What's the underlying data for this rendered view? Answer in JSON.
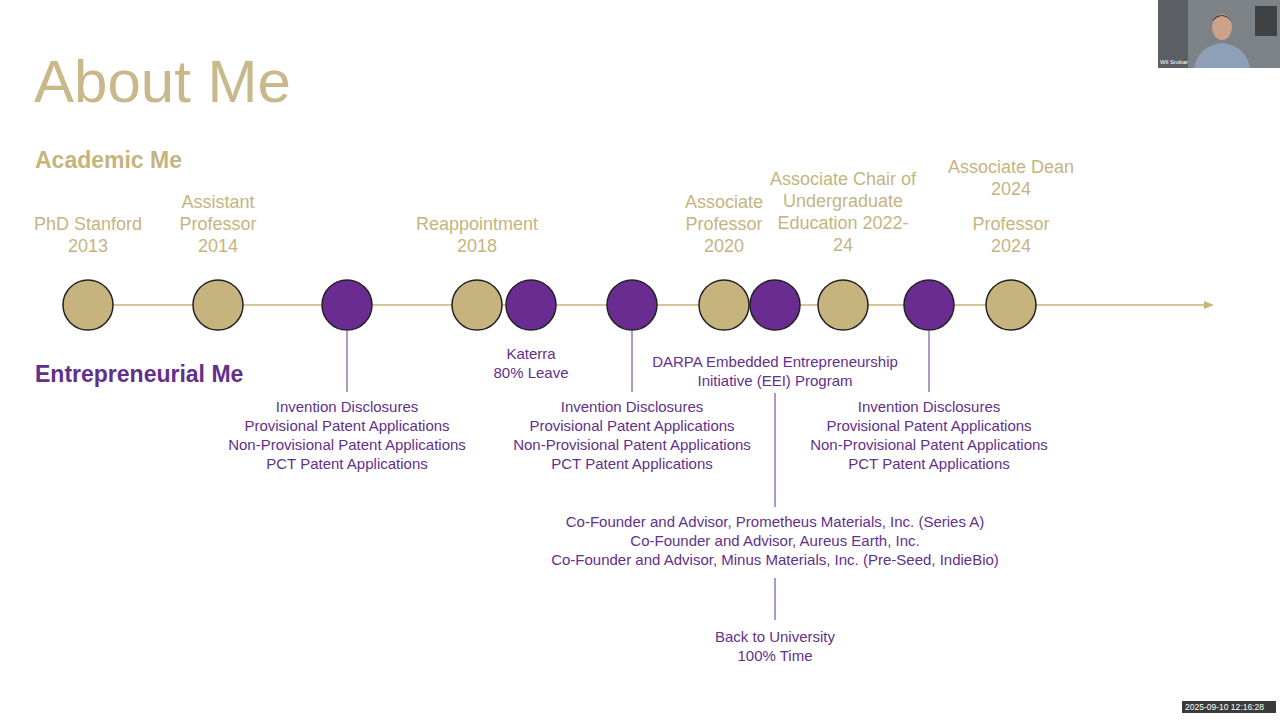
{
  "diagram": {
    "title": "About Me",
    "nodes": [
      {
        "text": [
          "PhD Stanford 2013"
        ]
      },
      {
        "text": [
          "Assistant Professor 2014"
        ]
      },
      {
        "text": [
          "Invention Disclosures",
          "Provisional Patent Applications",
          "Non-Provisional Patent Applications",
          "PCT Patent Applications"
        ]
      },
      {
        "text": [
          "Reappointment 2018"
        ]
      },
      {
        "text": [
          "Katerra 80% Leave"
        ]
      },
      {
        "text": [
          "Invention Disclosures",
          "Provisional Patent Applications",
          "Non-Provisional Patent Applications",
          "PCT Patent Applications"
        ]
      },
      {
        "text": [
          "Associate Professor 2020"
        ]
      },
      {
        "text": [
          "DARPA Embedded Entrepreneurship Initiative (EEI) Program",
          "Co-Founder and Advisor, Prometheus Materials, Inc. (Series A)",
          "Co-Founder and Advisor, Aureus Earth, Inc.",
          "Co-Founder and Advisor, Minus Materials, Inc. (Pre-Seed, IndieBio)",
          "Back to University 100% Time"
        ]
      },
      {
        "text": [
          "Associate Chair of Undergraduate Education 2022-24"
        ]
      },
      {
        "text": [
          "Invention Disclosures",
          "Provisional Patent Applications",
          "Non-Provisional Patent Applications",
          "PCT Patent Applications"
        ]
      },
      {
        "text": [
          "Associate Dean 2024",
          "Professor 2024"
        ]
      }
    ],
    "labels": [
      "Academic Me",
      "Entrepreneurial Me",
      "Wil Srubar",
      "2025-09-10 12:16:28"
    ]
  }
}
